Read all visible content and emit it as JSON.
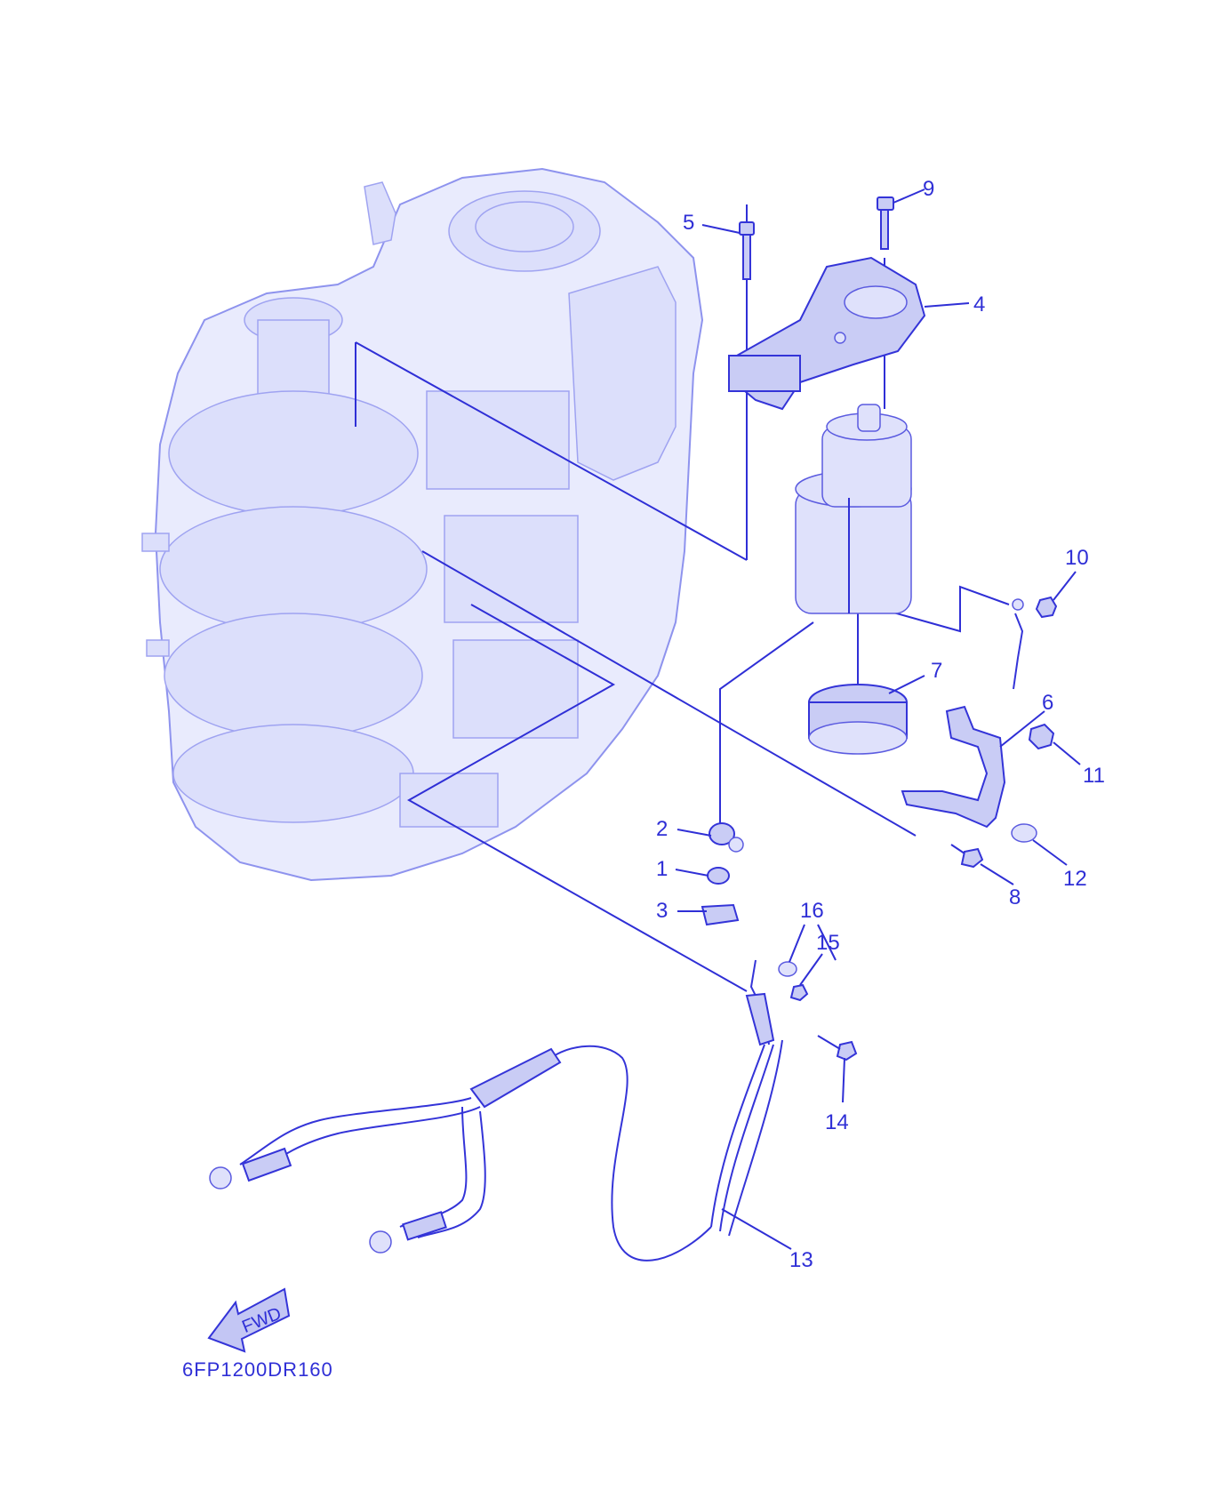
{
  "diagram": {
    "drawing_code": "6FP1200DR160",
    "direction_arrow_label": "FWD",
    "callouts": [
      {
        "id": "1",
        "label": "1"
      },
      {
        "id": "2",
        "label": "2"
      },
      {
        "id": "3",
        "label": "3"
      },
      {
        "id": "4",
        "label": "4"
      },
      {
        "id": "5",
        "label": "5"
      },
      {
        "id": "6",
        "label": "6"
      },
      {
        "id": "7",
        "label": "7"
      },
      {
        "id": "8",
        "label": "8"
      },
      {
        "id": "9",
        "label": "9"
      },
      {
        "id": "10",
        "label": "10"
      },
      {
        "id": "11",
        "label": "11"
      },
      {
        "id": "12",
        "label": "12"
      },
      {
        "id": "13",
        "label": "13"
      },
      {
        "id": "14",
        "label": "14"
      },
      {
        "id": "15",
        "label": "15"
      },
      {
        "id": "16",
        "label": "16"
      }
    ],
    "colors": {
      "line": "#2f2fd6",
      "engine_fill": "#e9ebfd",
      "part_fill": "#c9ccf5"
    }
  }
}
